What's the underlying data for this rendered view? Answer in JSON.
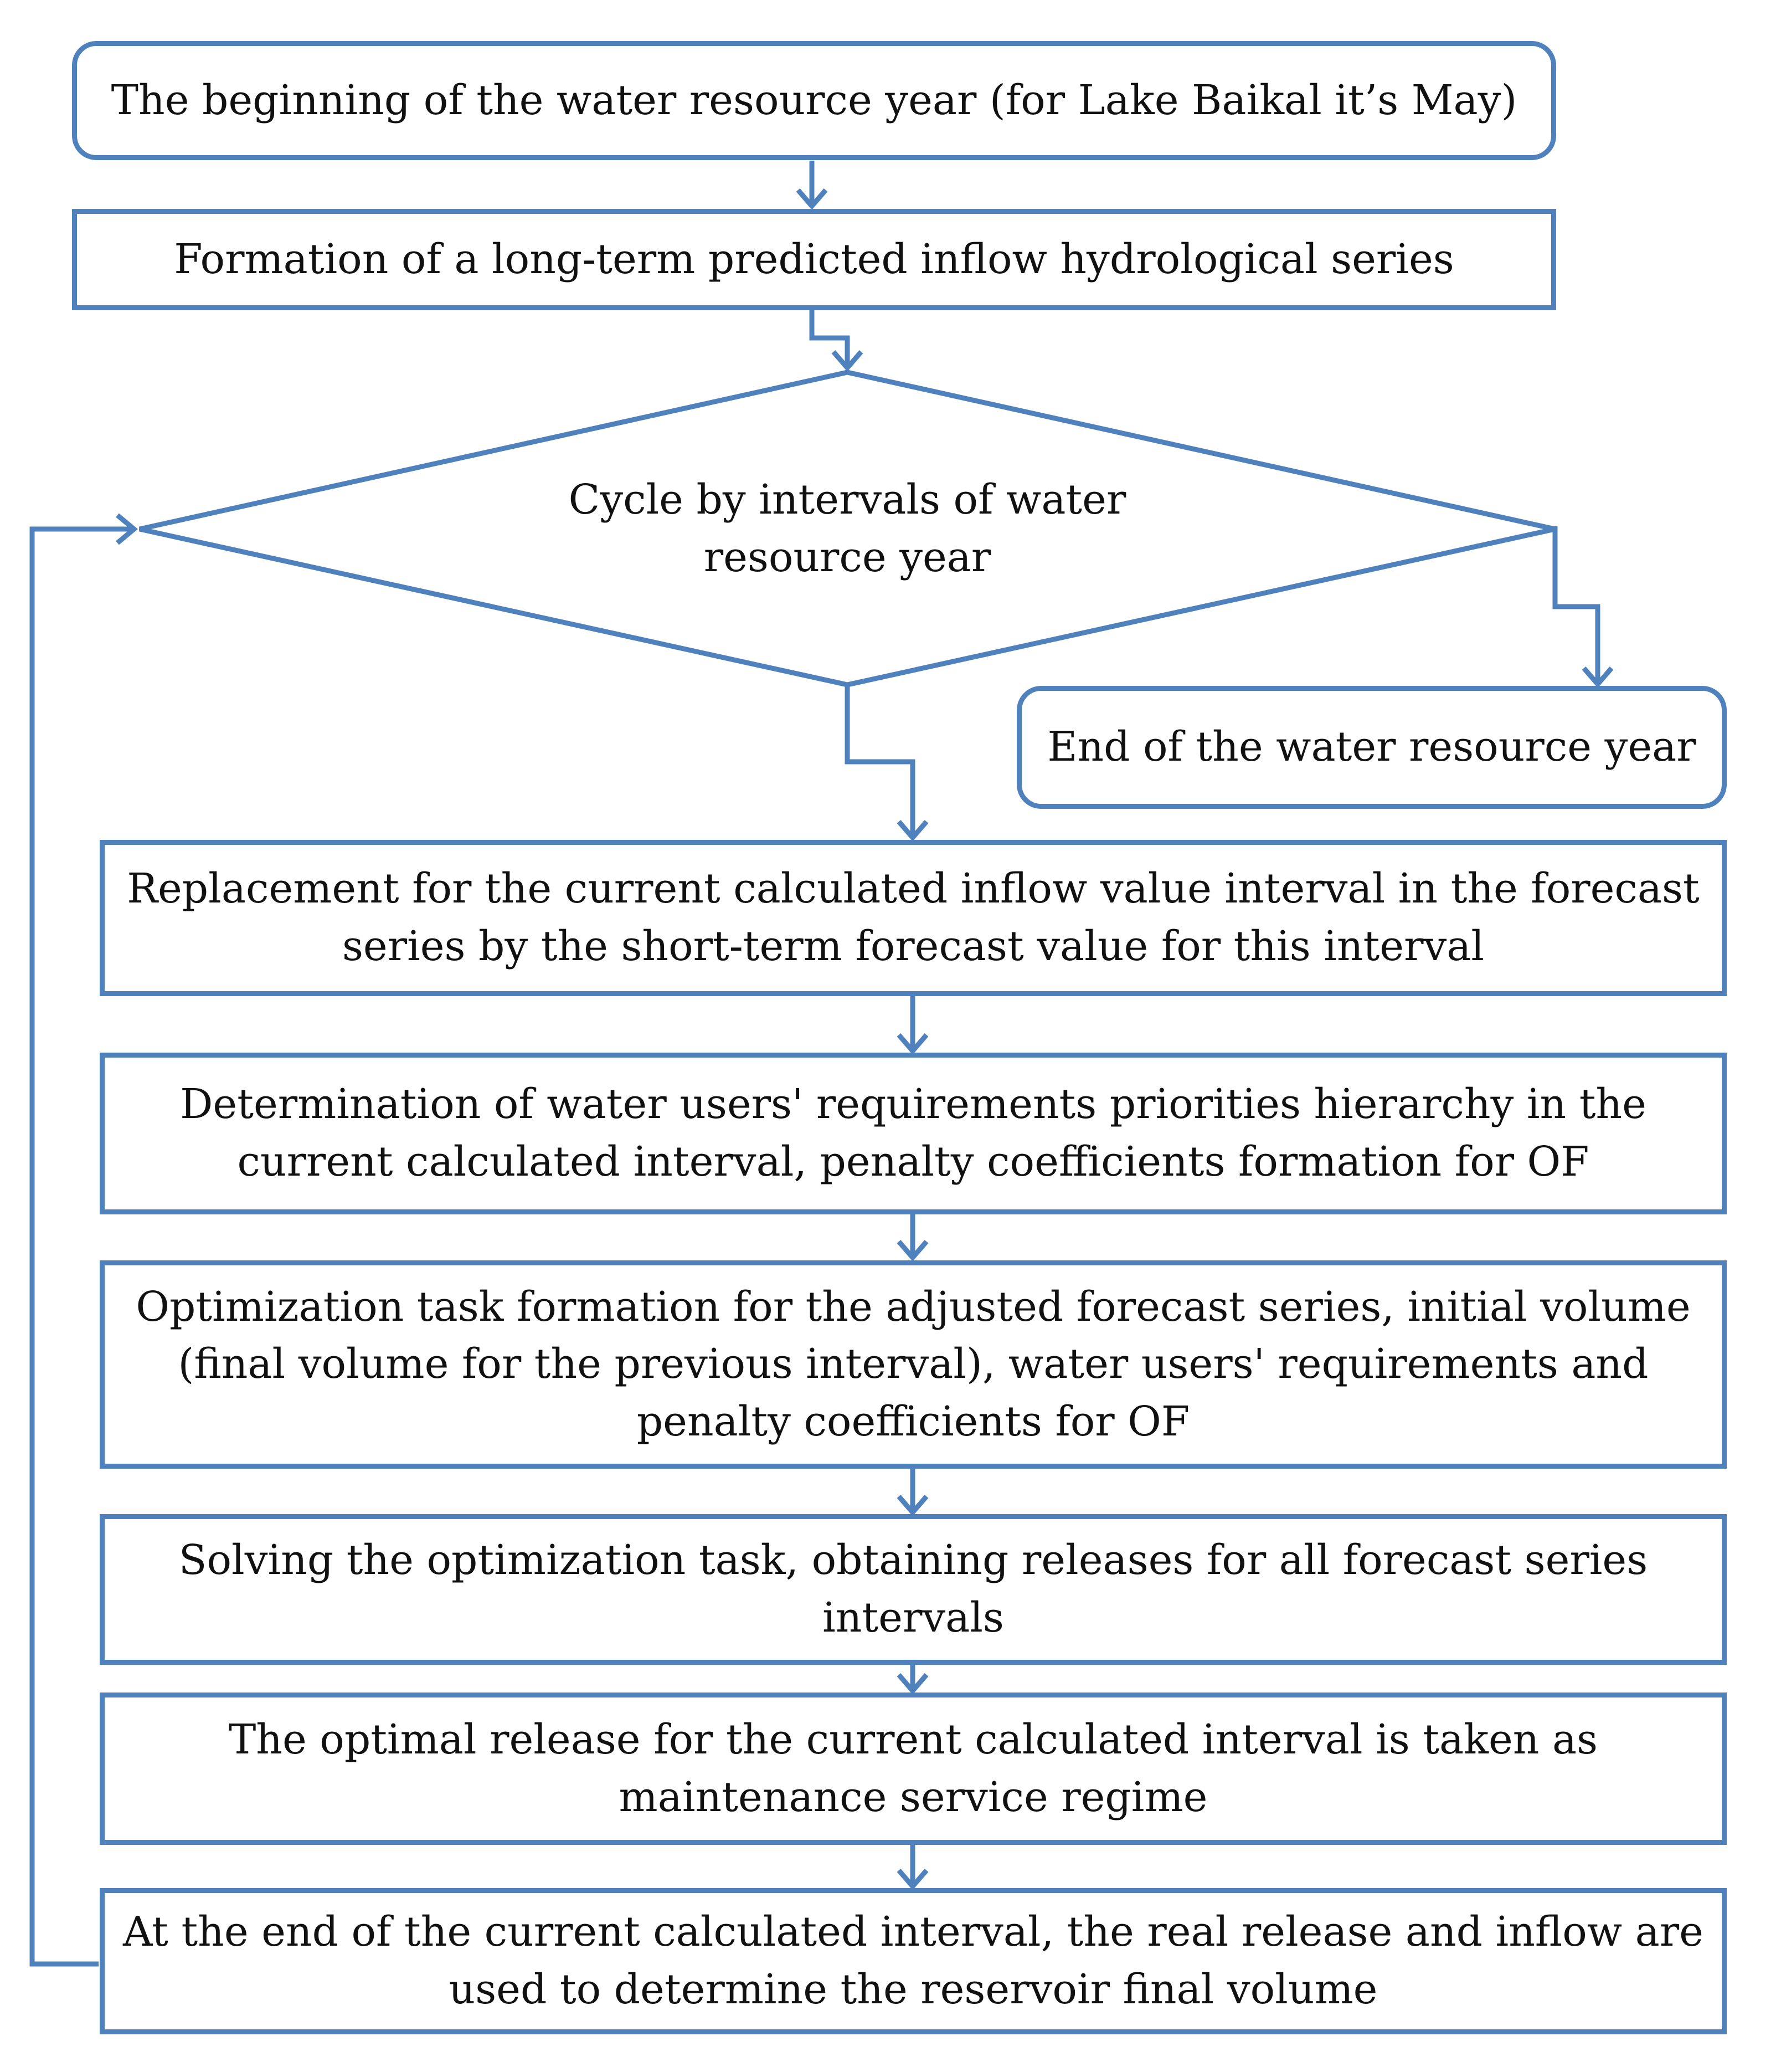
{
  "flowchart": {
    "start": "The beginning of the water resource year (for Lake Baikal it’s May)",
    "formation": "Formation of a long-term predicted inflow hydrological series",
    "cycle": "Cycle by intervals of water resource year",
    "end": "End of the water resource year",
    "replacement": "Replacement for the current calculated inflow value interval in the forecast series by the short-term forecast value for this interval",
    "determination": "Determination of water users' requirements priorities hierarchy in the current calculated interval, penalty coefficients formation for OF",
    "task_formation": "Optimization task formation for the adjusted forecast series, initial volume (final volume for the previous interval), water users' requirements and penalty coefficients for OF",
    "solving": "Solving the optimization task, obtaining releases for all forecast series intervals",
    "optimal_release": "The optimal release for the current calculated interval is taken as maintenance service regime",
    "end_interval": "At the end of the current calculated interval, the real release and inflow are used to determine the reservoir final volume"
  },
  "colors": {
    "stroke": "#4F81BD",
    "text": "#111111",
    "background": "#ffffff"
  }
}
